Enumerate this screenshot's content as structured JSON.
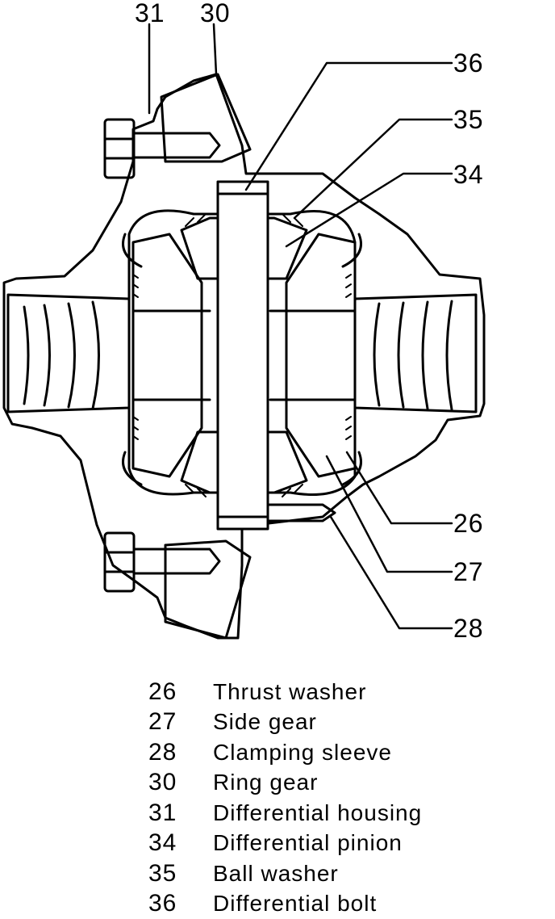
{
  "callouts": {
    "c31": "31",
    "c30": "30",
    "c36": "36",
    "c35": "35",
    "c34": "34",
    "c26": "26",
    "c27": "27",
    "c28": "28"
  },
  "legend": [
    {
      "num": "26",
      "text": "Thrust washer"
    },
    {
      "num": "27",
      "text": "Side gear"
    },
    {
      "num": "28",
      "text": "Clamping sleeve"
    },
    {
      "num": "30",
      "text": "Ring gear"
    },
    {
      "num": "31",
      "text": "Differential housing"
    },
    {
      "num": "34",
      "text": "Differential pinion"
    },
    {
      "num": "35",
      "text": "Ball washer"
    },
    {
      "num": "36",
      "text": "Differential bolt"
    }
  ]
}
